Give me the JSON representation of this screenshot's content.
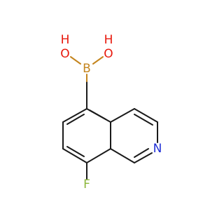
{
  "molecule": {
    "atoms": {
      "O1": "O",
      "H1": "H",
      "O2": "O",
      "H2": "H",
      "B": "B",
      "N": "N",
      "F": "F"
    }
  },
  "colors": {
    "bond": "#1a1a1a",
    "oxygen": "#e8180c",
    "boron": "#c4851e",
    "nitrogen": "#1f2fd6",
    "fluorine": "#8cb73a"
  }
}
